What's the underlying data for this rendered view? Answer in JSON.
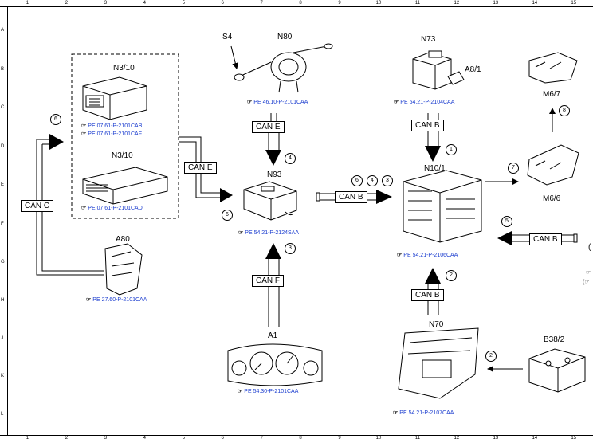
{
  "grid": {
    "columns": [
      "1",
      "2",
      "3",
      "4",
      "5",
      "6",
      "7",
      "8",
      "9",
      "10",
      "11",
      "12",
      "13",
      "14",
      "15"
    ],
    "rows": [
      "A",
      "B",
      "C",
      "D",
      "E",
      "F",
      "G",
      "H",
      "J",
      "K",
      "L"
    ]
  },
  "components": {
    "n3_10_top": "N3/10",
    "n3_10_bottom": "N3/10",
    "a80": "A80",
    "s4": "S4",
    "n80": "N80",
    "n93": "N93",
    "a1": "A1",
    "n73": "N73",
    "a8_1": "A8/1",
    "n10_1": "N10/1",
    "n70": "N70",
    "m6_7": "M6/7",
    "m6_6": "M6/6",
    "b38_2": "B38/2"
  },
  "refs": {
    "n3_10_a": "PE 07.61-P-2101CAB",
    "n3_10_b": "PE 07.61-P-2101CAF",
    "n3_10_c": "PE 07.61-P-2101CAD",
    "a80": "PE 27.60-P-2101CAA",
    "n80": "PE 46.10-P-2101CAA",
    "n93": "PE 54.21-P-2124SAA",
    "a1": "PE 54.30-P-2101CAA",
    "n73": "PE 54.21-P-2104CAA",
    "n10_1": "PE 54.21-P-2106CAA",
    "n70": "PE 54.21-P-2107CAA",
    "marker": "☞"
  },
  "buses": {
    "can_c": "CAN C",
    "can_e_left": "CAN E",
    "can_e_top": "CAN E",
    "can_f": "CAN F",
    "can_b_mid": "CAN B",
    "can_b_top": "CAN B",
    "can_b_bottom": "CAN B",
    "can_b_right": "CAN B"
  },
  "numbers": {
    "n6_left": "6",
    "n6_center": "6",
    "n4_top": "4",
    "n3_center": "3",
    "n6_mid": "6",
    "n4_mid": "4",
    "n3_mid": "3",
    "n1": "1",
    "n2_center": "2",
    "n2_bottom": "2",
    "n7": "7",
    "n8": "8",
    "n5": "5"
  },
  "edge_marks": {
    "g_right": "(",
    "h_right_a": "☞",
    "h_right_b": "(☞"
  }
}
